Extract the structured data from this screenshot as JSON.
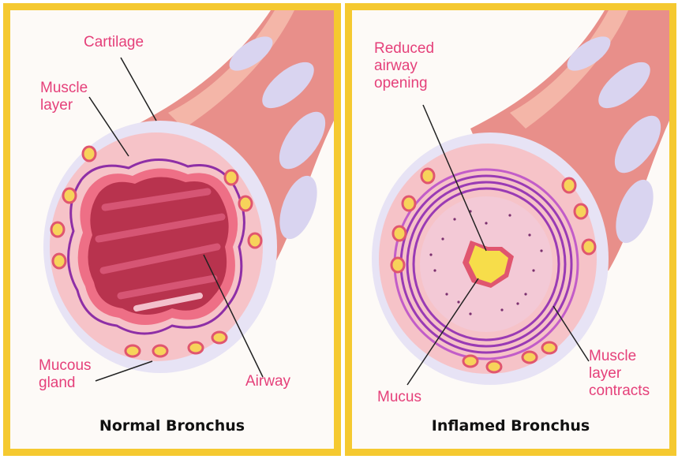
{
  "colors": {
    "frame": "#f5c930",
    "label_text": "#e5407a",
    "tissue": "#f6c3c8",
    "muscle": "#8e2fa6",
    "cartilage": "#d9d4f0",
    "airway": "#b8334e",
    "mucus": "#f7dd4a"
  },
  "panels": {
    "normal": {
      "caption": "Normal Bronchus",
      "labels": {
        "cartilage": "Cartilage",
        "muscle_layer": "Muscle\nlayer",
        "mucous_gland": "Mucous\ngland",
        "airway": "Airway"
      }
    },
    "inflamed": {
      "caption": "Inflamed Bronchus",
      "labels": {
        "reduced_airway": "Reduced\nairway\nopening",
        "mucus": "Mucus",
        "muscle_contracts": "Muscle\nlayer\ncontracts"
      }
    }
  }
}
